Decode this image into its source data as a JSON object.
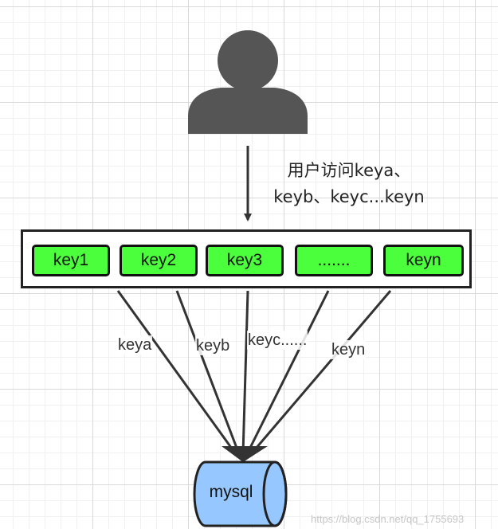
{
  "request_label_lines": [
    "用户访问keya、",
    "keyb、keyc...keyn"
  ],
  "keys": [
    "key1",
    "key2",
    "key3",
    ".......",
    "keyn"
  ],
  "edge_labels": [
    "keya",
    "keyb",
    "keyc......",
    "keyn"
  ],
  "database": {
    "label": "mysql",
    "color": "#96c8ff"
  },
  "colors": {
    "key_fill": "#4cff3c",
    "user_icon": "#555555",
    "line": "#333333"
  },
  "icons": {
    "user": "user-icon",
    "database": "database-icon"
  },
  "watermark": "https://blog.csdn.net/qq_1755693"
}
